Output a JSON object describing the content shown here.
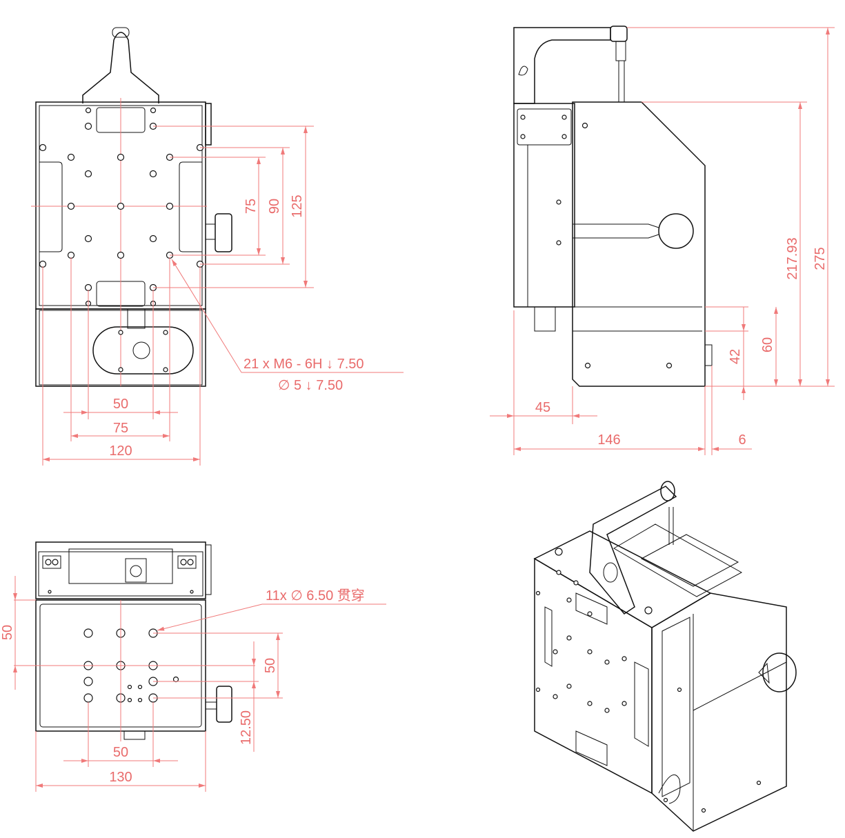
{
  "colors": {
    "dimension": "#e96b6b",
    "outline": "#111111",
    "background": "#ffffff"
  },
  "views": {
    "front": {
      "dims": {
        "d50": "50",
        "d75": "75",
        "d120": "120",
        "d75v": "75",
        "d90v": "90",
        "d125v": "125"
      },
      "callout_line1": "21 x  M6 - 6H ↓ 7.50",
      "callout_line2": "∅  5 ↓ 7.50"
    },
    "side": {
      "dims": {
        "d217": "217.93",
        "d275": "275",
        "d60": "60",
        "d42": "42",
        "d45": "45",
        "d146": "146",
        "d6": "6"
      }
    },
    "top": {
      "dims": {
        "d50left": "50",
        "d50right": "50",
        "d12": "12.50",
        "d50bottom": "50",
        "d130": "130"
      },
      "callout": "11x ∅ 6.50 贯穿"
    }
  }
}
